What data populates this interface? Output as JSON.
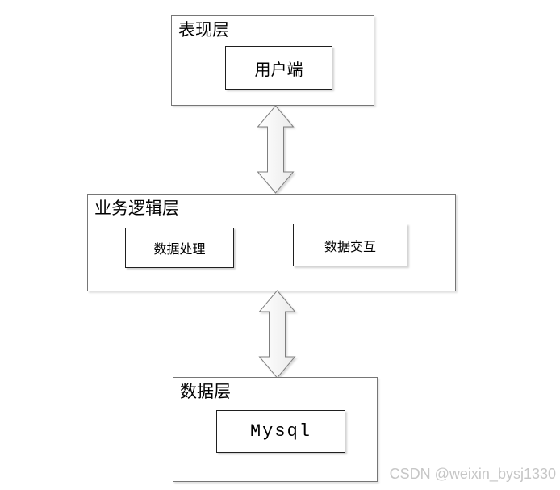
{
  "diagram": {
    "layers": [
      {
        "label": "表现层",
        "children": [
          {
            "label": "用户端"
          }
        ]
      },
      {
        "label": "业务逻辑层",
        "children": [
          {
            "label": "数据处理"
          },
          {
            "label": "数据交互"
          }
        ]
      },
      {
        "label": "数据层",
        "children": [
          {
            "label": "Mysql"
          }
        ]
      }
    ],
    "connectors": [
      {
        "name": "presentation-business",
        "type": "double-headed-vertical-arrow"
      },
      {
        "name": "business-data",
        "type": "double-headed-vertical-arrow"
      }
    ]
  },
  "watermark": "CSDN @weixin_bysj1330",
  "colors": {
    "outer_border": "#767676",
    "inner_border": "#1f1f1f",
    "arrow_border": "#7f7f7f",
    "watermark": "#c6c6c6",
    "background": "#ffffff",
    "text": "#000000"
  }
}
